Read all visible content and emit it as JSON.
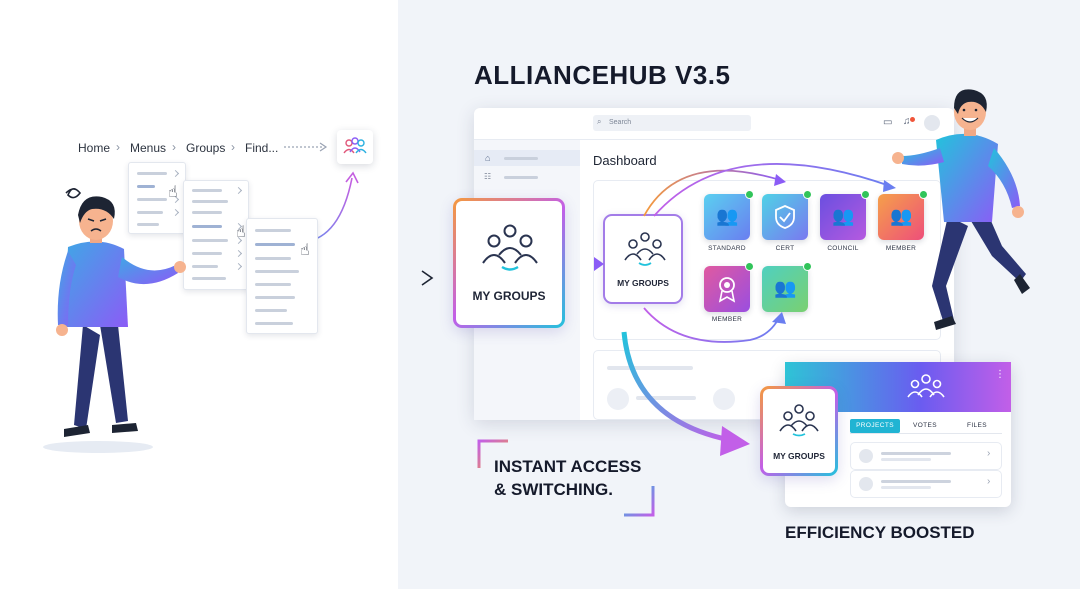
{
  "breadcrumb": [
    "Home",
    "Menus",
    "Groups",
    "Find..."
  ],
  "app_title": "ALLIANCEHUB V3.5",
  "search": {
    "placeholder": "Search"
  },
  "dashboard": {
    "title": "Dashboard"
  },
  "my_groups_label": "MY GROUPS",
  "app_tiles": [
    {
      "label": "STANDARD",
      "icon": "group-icon",
      "color": "#4fb0e8"
    },
    {
      "label": "CERT",
      "icon": "shield-check-icon",
      "color": "#5ab9e6"
    },
    {
      "label": "COUNCIL",
      "icon": "group-icon",
      "color": "#8a4fd8"
    },
    {
      "label": "MEMBER",
      "icon": "group-icon",
      "color": "#f0745a"
    },
    {
      "label": "MEMBER",
      "icon": "award-icon",
      "color": "#c94fc8"
    },
    {
      "label": "",
      "icon": "group-icon",
      "color": "#3fc6b8"
    }
  ],
  "tabs": [
    "PROJECTS",
    "VOTES",
    "FILES"
  ],
  "captions": {
    "instant_line1": "INSTANT ACCESS",
    "instant_line2": "& SWITCHING.",
    "efficiency": "EFFICIENCY BOOSTED"
  },
  "colors": {
    "accent_cyan": "#22c3dc",
    "accent_purple": "#8b5cf6",
    "accent_orange": "#f59a3c",
    "status_green": "#31c45a"
  }
}
